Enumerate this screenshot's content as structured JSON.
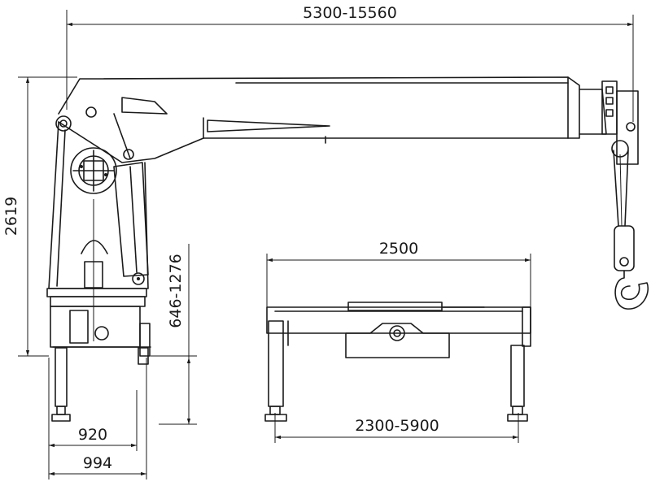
{
  "dimensions": {
    "boom_reach": "5300-15560",
    "crane_height": "2619",
    "outrigger_height": "646-1276",
    "frame_span": "2500",
    "outrigger_span": "2300-5900",
    "column_width_inner": "920",
    "column_width_outer": "994"
  },
  "colors": {
    "line": "#1a1a1a",
    "background": "#ffffff"
  }
}
